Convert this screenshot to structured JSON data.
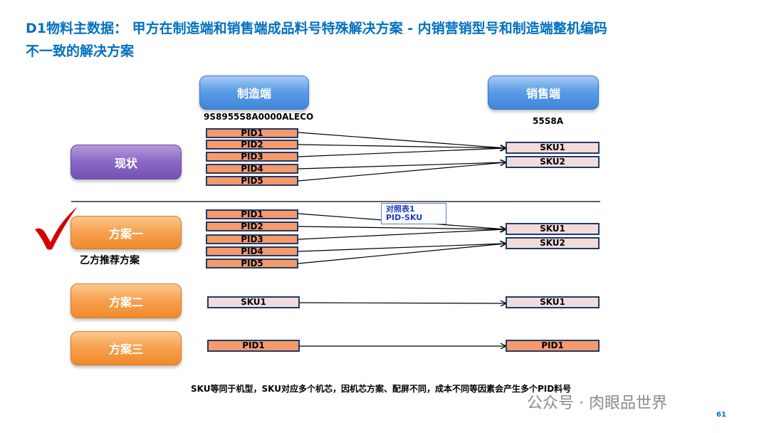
{
  "title": "D1物料主数据： 甲方在制造端和销售端成品料号特殊解决方案 - 内销营销型号和制造端整机编码不一致的解决方案",
  "headers": {
    "manufacturing": "制造端",
    "sales": "销售端"
  },
  "codes": {
    "manufacturing": "9S8955S8A0000ALECO",
    "sales": "55S8A"
  },
  "rows": {
    "current": {
      "label": "现状",
      "pids": [
        "PID1",
        "PID2",
        "PID3",
        "PID4",
        "PID5"
      ],
      "skus": [
        "SKU1",
        "SKU2"
      ]
    },
    "plan1": {
      "label": "方案一",
      "pids": [
        "PID1",
        "PID2",
        "PID3",
        "PID4",
        "PID5"
      ],
      "skus": [
        "SKU1",
        "SKU2"
      ],
      "note_line1": "对照表1",
      "note_line2": "PID-SKU",
      "recommend": "乙方推荐方案"
    },
    "plan2": {
      "label": "方案二",
      "left": "SKU1",
      "right": "SKU1"
    },
    "plan3": {
      "label": "方案三",
      "left": "PID1",
      "right": "PID1"
    }
  },
  "footnote": "SKU等同于机型，SKU对应多个机芯，因机芯方案、配屏不同，成本不同等因素会产生多个PID料号",
  "watermark": "公众号 · 肉眼品世界",
  "page_number": "61",
  "colors": {
    "title": "#0070c0",
    "pid_fill": "#f79a6a",
    "sku_fill": "#f2dcdb",
    "check": "#d40000"
  }
}
